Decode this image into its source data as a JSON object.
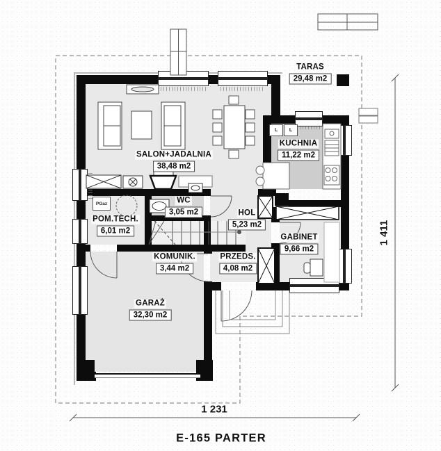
{
  "title": "E-165 PARTER",
  "dimensions": {
    "width_label": "1 231",
    "height_label": "1 411"
  },
  "rooms": {
    "taras": {
      "name": "TARAS",
      "area": "29,48 m2"
    },
    "salon": {
      "name": "SALON+JADALNIA",
      "area": "38,48 m2"
    },
    "kuchnia": {
      "name": "KUCHNIA",
      "area": "11,22 m2"
    },
    "wc": {
      "name": "WC",
      "area": "3,05 m2"
    },
    "hol": {
      "name": "HOL",
      "area": "5,23 m2"
    },
    "pom_tech": {
      "name": "POM.TECH.",
      "area": "6,01 m2"
    },
    "gabinet": {
      "name": "GABINET",
      "area": "9,66 m2"
    },
    "komunik": {
      "name": "KOMUNIK.",
      "area": "3,44 m2"
    },
    "przeds": {
      "name": "PRZEDS.",
      "area": "4,08 m2"
    },
    "garaz": {
      "name": "GARAŻ",
      "area": "32,30 m2"
    }
  },
  "equipment": {
    "gas_boiler": "PGaz",
    "fridge_left": "L",
    "fridge_right": "L"
  },
  "colors": {
    "wall": "#0c0c0c",
    "floor": "#e9e9e9",
    "kitchen_floor": "#cdcdcd",
    "garage_floor": "#e5e5e5",
    "dash": "#909090"
  }
}
